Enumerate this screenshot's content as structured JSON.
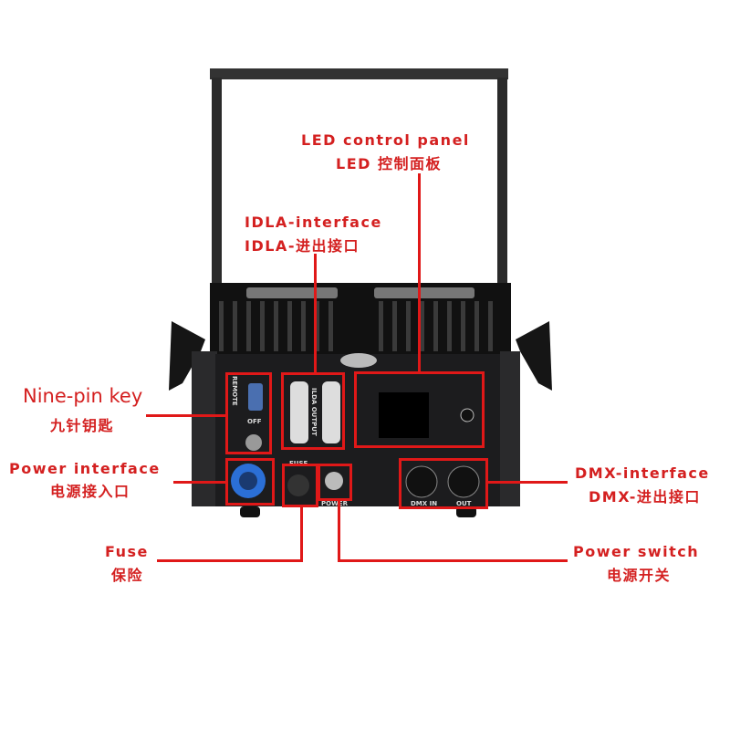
{
  "callouts": {
    "led": {
      "en": "LED control panel",
      "zh": "LED 控制面板"
    },
    "ilda": {
      "en": "IDLA-interface",
      "zh": "IDLA-进出接口"
    },
    "ninepin": {
      "en": "Nine-pin key",
      "zh": "九针钥匙"
    },
    "power_interface": {
      "en": "Power interface",
      "zh": "电源接入口"
    },
    "dmx": {
      "en": "DMX-interface",
      "zh": "DMX-进出接口"
    },
    "fuse": {
      "en": "Fuse",
      "zh": "保险"
    },
    "power_switch": {
      "en": "Power switch",
      "zh": "电源开关"
    }
  },
  "device_labels": {
    "remote": "REMOTE",
    "off": "OFF",
    "ilda_output": "ILDA OUTPUT",
    "fuse": "FUSE",
    "power": "POWER",
    "dmx_in": "DMX IN",
    "out": "OUT"
  },
  "colors": {
    "accent": "#e01818",
    "body": "#1c1c1e"
  }
}
